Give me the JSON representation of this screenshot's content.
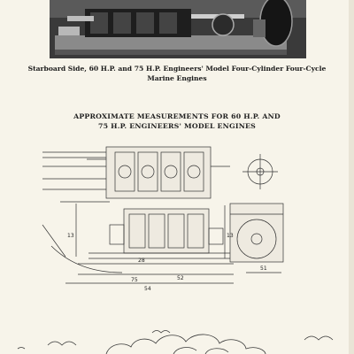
{
  "caption": "Starboard Side, 60 H.P. and 75 H.P. Engineers' Model Four-Cylinder Four-Cycle Marine Engines",
  "heading": {
    "line1": "APPROXIMATE MEASUREMENTS FOR 60 H.P. AND",
    "line2": "75 H.P. ENGINEERS' MODEL ENGINES"
  },
  "drawing": {
    "dimensions": {
      "d_54": "54",
      "d_52": "52",
      "d_75": "75",
      "d_51": "51",
      "d_28": "28",
      "d_13_left": "13",
      "d_13_right": "13"
    }
  }
}
